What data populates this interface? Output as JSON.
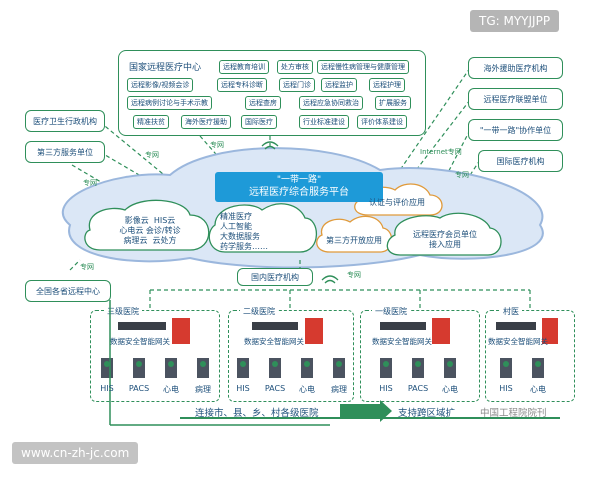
{
  "watermark_top": "TG: MYYJJPP",
  "watermark_bottom": "www.cn-zh-jc.com",
  "center": {
    "title": "国家远程医疗中心",
    "items": [
      "远程教育培训",
      "处方审核",
      "远程慢性病管理与健康管理",
      "远程影像/视频会诊",
      "远程专科诊断",
      "远程门诊",
      "远程监护",
      "远程护理",
      "远程病例讨论与手术示教",
      "远程查房",
      "远程应急协同救治",
      "扩展服务",
      "精准扶贫",
      "海外医疗援助",
      "国际医疗",
      "行业标准建设",
      "评价体系建设"
    ]
  },
  "left_boxes": [
    "医疗卫生行政机构",
    "第三方服务单位",
    "全国各省远程中心"
  ],
  "right_boxes": [
    "海外援助医疗机构",
    "远程医疗联盟单位",
    "\"一带一路\"协作单位",
    "国际医疗机构"
  ],
  "links": {
    "zhuanwang": "专网",
    "internet": "Internet专网"
  },
  "platform": {
    "line1": "\"一带一路\"",
    "line2": "远程医疗综合服务平台"
  },
  "clouds": {
    "left": [
      "影像云",
      "HIS云",
      "心电云",
      "会诊/转诊",
      "病理云",
      "云处方"
    ],
    "mid": [
      "精准医疗",
      "人工智能",
      "大数据服务",
      "药学服务……"
    ],
    "cert": "认证与评价应用",
    "third": "第三方开放应用",
    "member": [
      "远程医疗会员单位",
      "接入应用"
    ]
  },
  "domestic": "国内医疗机构",
  "tiers": [
    {
      "name": "三级医院",
      "devices": [
        "HIS",
        "PACS",
        "心电",
        "病理"
      ]
    },
    {
      "name": "二级医院",
      "devices": [
        "HIS",
        "PACS",
        "心电",
        "病理"
      ]
    },
    {
      "name": "一级医院",
      "devices": [
        "HIS",
        "PACS",
        "心电"
      ]
    },
    {
      "name": "村医",
      "devices": [
        "HIS",
        "心电"
      ]
    }
  ],
  "gateway": "数据安全智能网关",
  "bar": {
    "left": "连接市、县、乡、村各级医院",
    "right": "支持跨区域扩",
    "wechat": "中国工程院院刊"
  },
  "colors": {
    "green": "#2f8f5a",
    "blue": "#1e9ad8",
    "text": "#1d4f7a",
    "firewall": "#d63a2f"
  }
}
